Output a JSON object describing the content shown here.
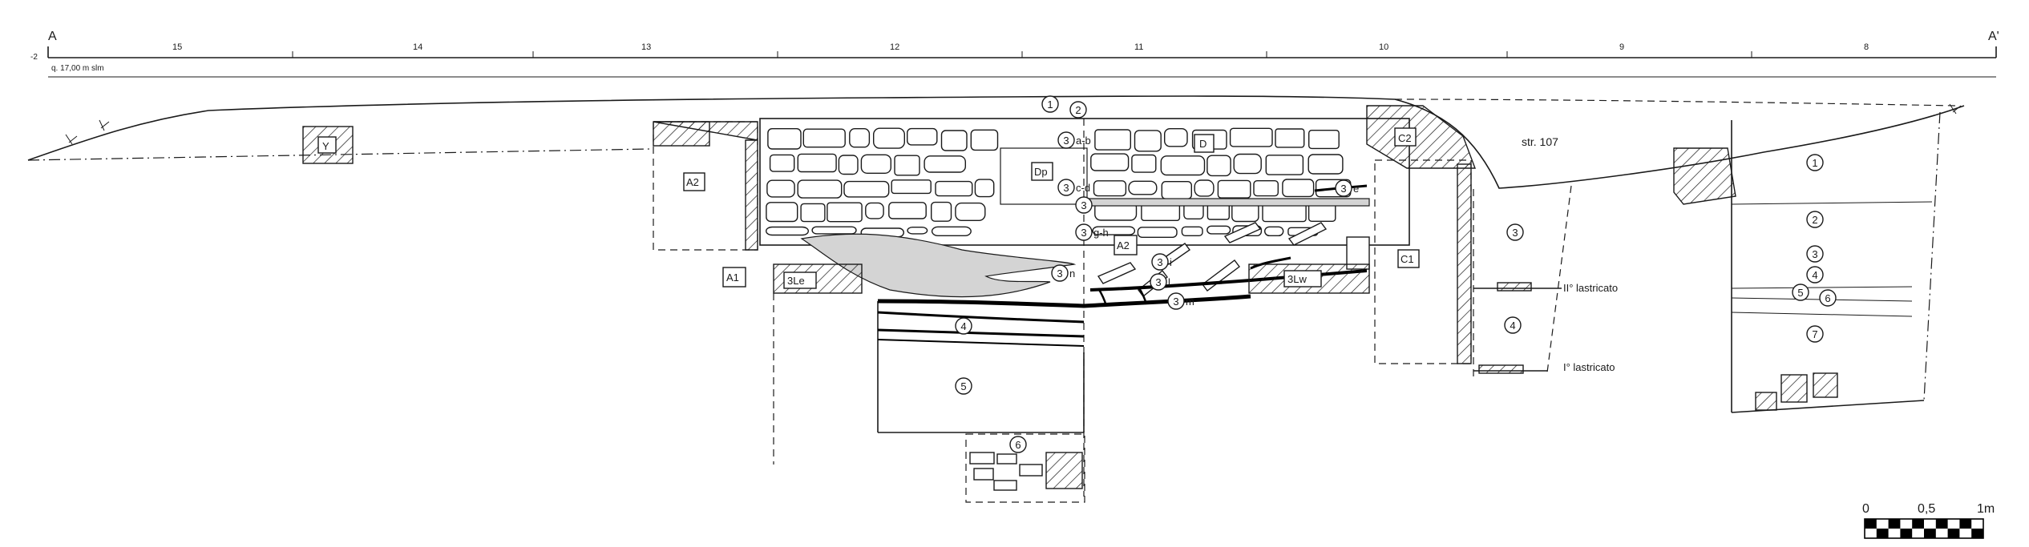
{
  "header": {
    "start_point": "A",
    "end_point": "A'",
    "reference_mark": "-2",
    "elevation": "q. 17,00 m slm",
    "grid_labels": [
      "15",
      "14",
      "13",
      "12",
      "11",
      "10",
      "9",
      "8"
    ]
  },
  "labels": {
    "y": "Y",
    "a2_left": "A2",
    "a2_center": "A2",
    "a1": "A1",
    "le3": "3Le",
    "lw3": "3Lw",
    "dp": "Dp",
    "d": "D",
    "c2": "C2",
    "c1": "C1",
    "str107": "str. 107",
    "lastricato_2": "II° lastricato",
    "lastricato_1": "I° lastricato"
  },
  "units": {
    "u1_center": "1",
    "u2_center": "2",
    "u3_ab": "3",
    "u3_ab_suffix": "a-b",
    "u3_cd": "3",
    "u3_cd_suffix": "c-d",
    "u3_f": "3",
    "u3_gh": "3",
    "u3_gh_suffix": "g-h",
    "u3_n": "3",
    "u3_n_suffix": "n",
    "u3_e": "3",
    "u3_e_suffix": "e",
    "u3_i": "3",
    "u3_i_suffix": "i",
    "u3_l": "3",
    "u3_l_suffix": "l",
    "u3_m": "3",
    "u3_m_suffix": "m",
    "u4_center": "4",
    "u5_center": "5",
    "u6_center": "6",
    "u3_right": "3",
    "u4_right": "4",
    "u1_far": "1",
    "u2_far": "2",
    "u3_far": "3",
    "u4_far": "4",
    "u5_far": "5",
    "u6_far": "6",
    "u7_far": "7"
  },
  "scale_bar": {
    "label_0": "0",
    "label_mid": "0,5",
    "label_end": "1m"
  }
}
